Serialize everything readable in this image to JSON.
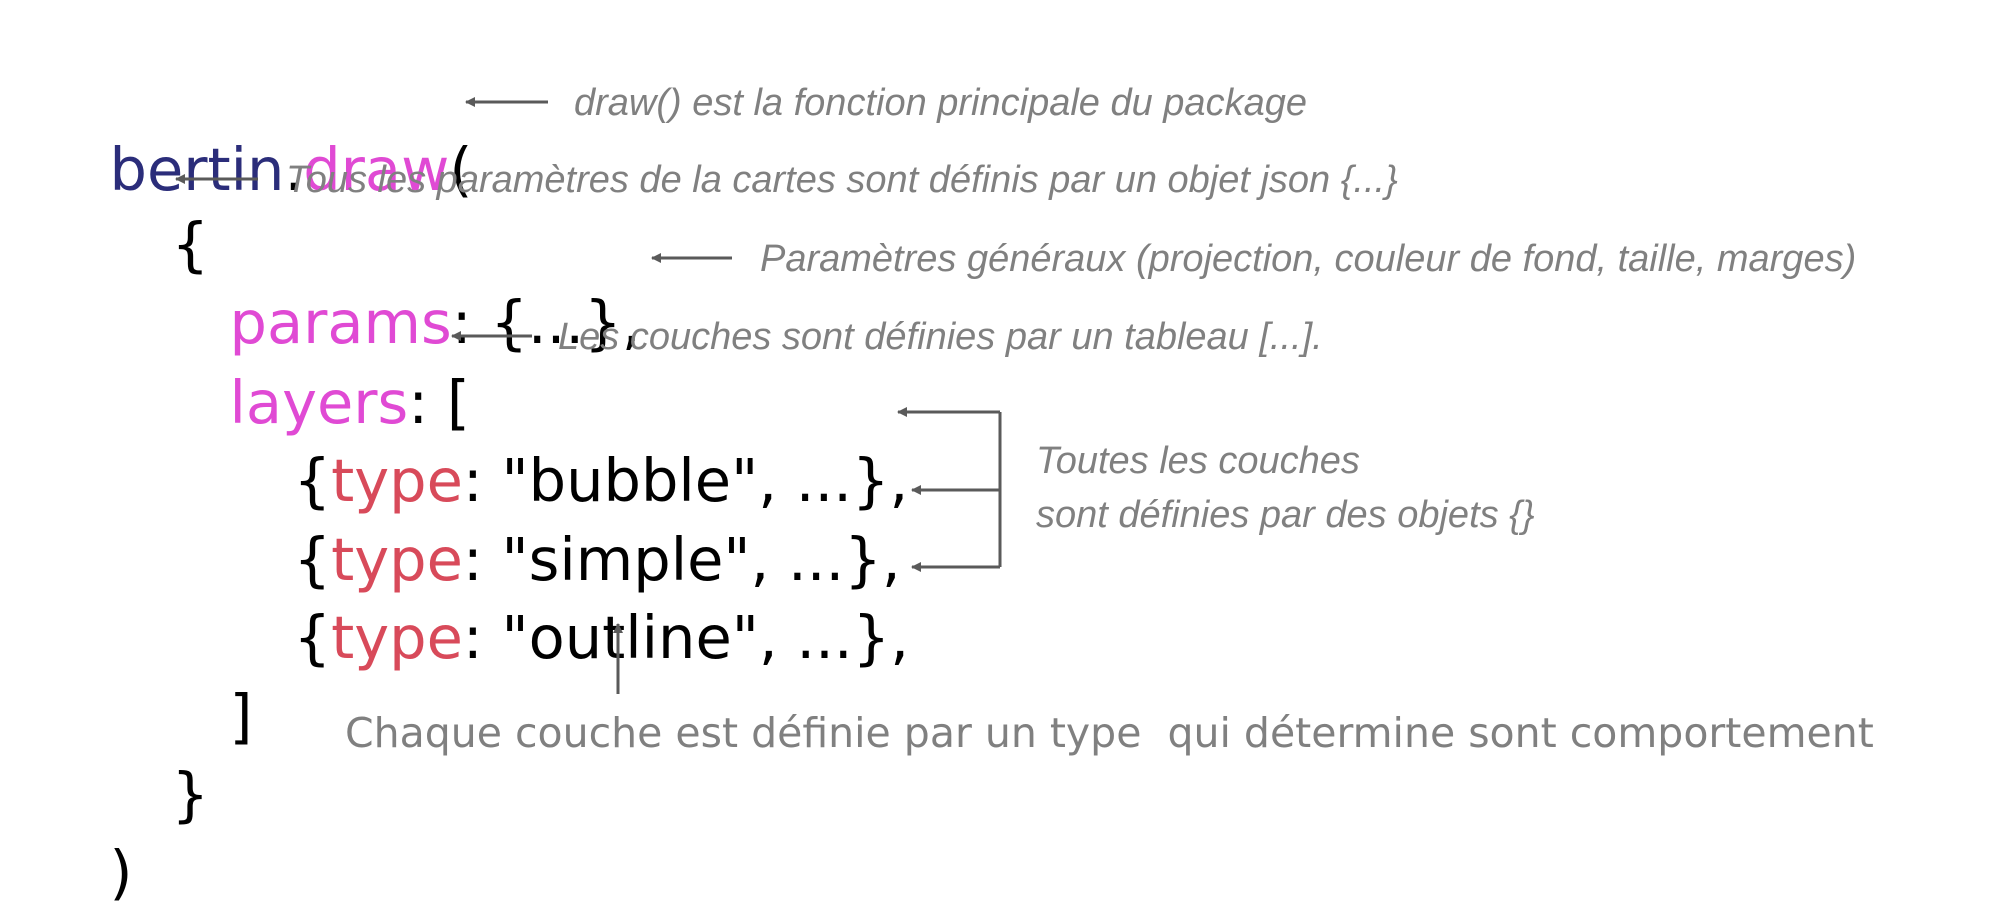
{
  "colors": {
    "object": "#2b2d7a",
    "method": "#e04ad4",
    "key": "#d84a5a",
    "text": "#000000",
    "annotation": "#808080",
    "arrow": "#5a5a5a"
  },
  "code": {
    "object": "bertin",
    "dot": ".",
    "method": "draw",
    "open_paren": "(",
    "open_brace": "{",
    "params_key": "params",
    "params_value": ": {...},",
    "layers_key": "layers",
    "layers_value": ": [",
    "layers": [
      {
        "open": "{",
        "key": "type",
        "rest": ": \"bubble\", ...},"
      },
      {
        "open": "{",
        "key": "type",
        "rest": ": \"simple\", ...},"
      },
      {
        "open": "{",
        "key": "type",
        "rest": ": \"outline\", ...},"
      }
    ],
    "close_bracket": "]",
    "close_brace": "}",
    "close_paren": ")"
  },
  "annotations": {
    "draw": "draw() est la fonction principale du package",
    "json": "Tous les paramètres de la cartes sont définis par un objet json {...}",
    "params": "Paramètres généraux (projection, couleur de fond, taille, marges)",
    "layers": "Les couches sont définies par un tableau [...].",
    "objects_line1": "Toutes les couches",
    "objects_line2": "sont définies par des objets {}",
    "type": "Chaque couche est définie par un type  qui détermine sont comportement"
  }
}
